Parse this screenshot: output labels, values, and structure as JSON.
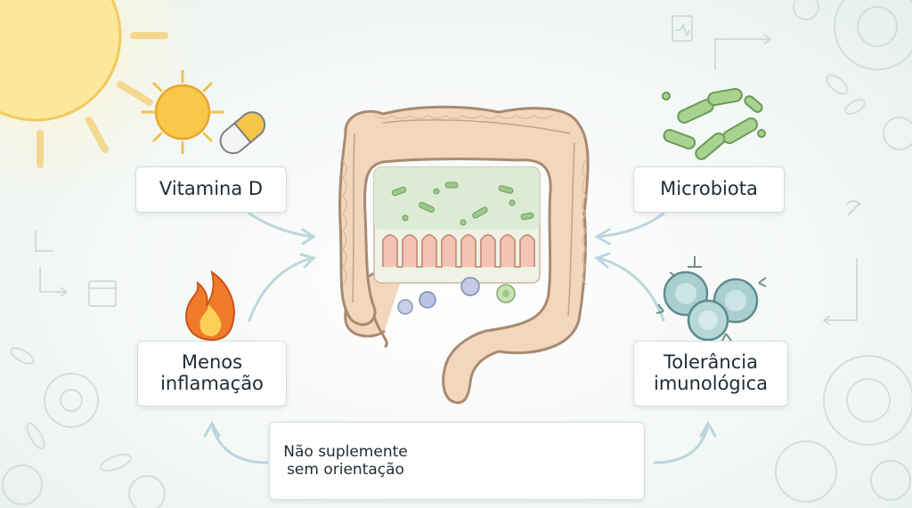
{
  "labels": {
    "vitamina_d": "Vitamina D",
    "microbiota": "Microbiota",
    "menos_inflamacao": "Menos\ninflamação",
    "tolerancia": "Tolerância\nimunológica",
    "aviso": "Não suplemente\nsem orientação"
  },
  "icons": {
    "sun": "sun-icon",
    "capsule": "capsule-icon",
    "fire": "fire-icon",
    "bacteria": "bacteria-icon",
    "immune_cells": "immune-cells-icon",
    "blood_tube": "blood-tube-icon",
    "syringe": "syringe-icon",
    "doctor": "doctor-icon",
    "calendar": "calendar-icon",
    "intestine": "intestine-icon"
  },
  "colors": {
    "intestine": "#f2d7bd",
    "intestine_outline": "#a88a72",
    "microbe_green": "#9cc98a",
    "sun": "#f9c84a",
    "fire": "#f07a2a",
    "immune_cell": "#a9cfd0",
    "arrow": "#bcd6dc"
  }
}
